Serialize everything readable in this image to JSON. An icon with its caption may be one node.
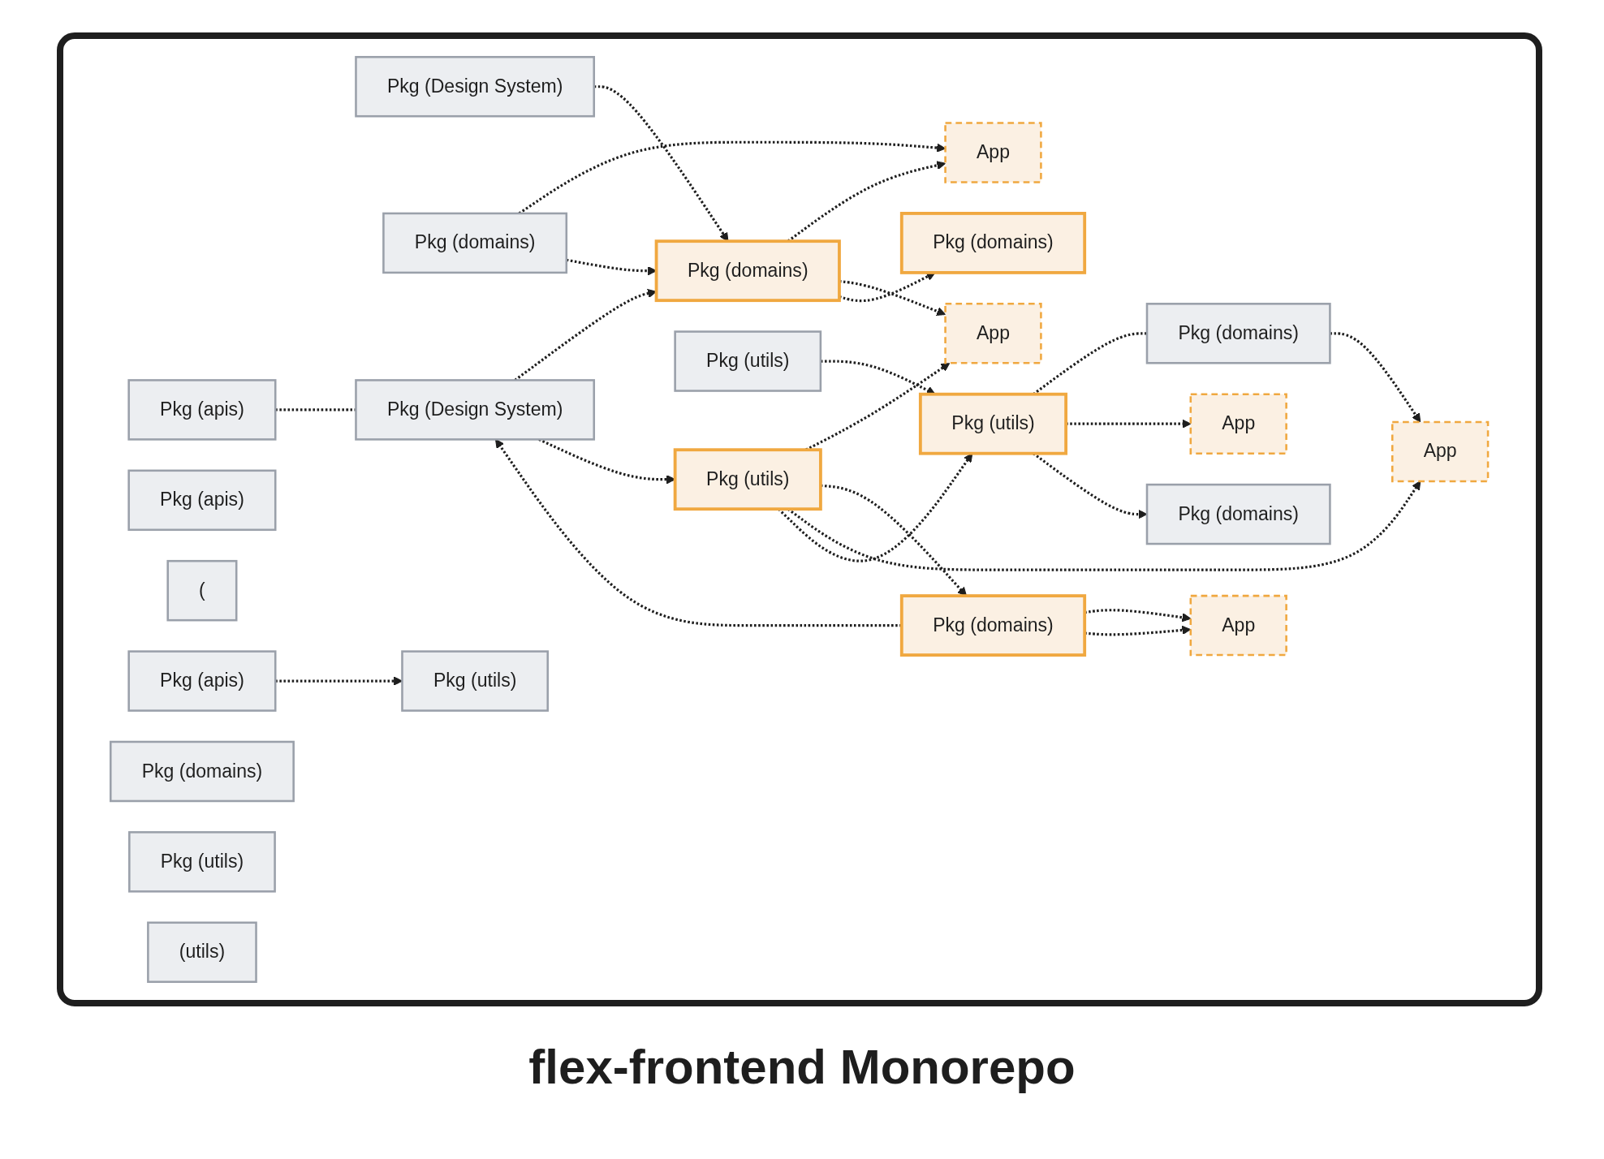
{
  "diagram": {
    "caption": "flex-frontend Monorepo",
    "nodes": [
      {
        "text": [
          "Pkg (apis)"
        ]
      },
      {
        "text": [
          "Pkg (Design System)"
        ]
      },
      {
        "text": [
          "Pkg (domains)"
        ]
      },
      {
        "text": [
          "App"
        ]
      },
      {
        "text": [
          "Pkg (apis)"
        ]
      },
      {
        "text": [
          "("
        ]
      },
      {
        "text": [
          "Pkg (Design System)"
        ]
      },
      {
        "text": [
          "Pkg (domains)"
        ]
      },
      {
        "text": [
          "App"
        ]
      },
      {
        "text": [
          "Pkg (domains)"
        ]
      },
      {
        "text": [
          "Pkg (apis)"
        ]
      },
      {
        "text": [
          "Pkg (domains)"
        ]
      },
      {
        "text": [
          "App"
        ]
      },
      {
        "text": [
          "Pkg (utils)"
        ]
      },
      {
        "text": [
          "Pkg (utils)"
        ]
      },
      {
        "text": [
          "Pkg (domains)"
        ]
      },
      {
        "text": [
          "Pkg (utils)"
        ]
      },
      {
        "text": [
          "Pkg (domains)"
        ]
      },
      {
        "text": [
          "App"
        ]
      },
      {
        "text": [
          "Pkg (utils)"
        ]
      },
      {
        "text": [
          "Pkg (utils)"
        ]
      },
      {
        "text": [
          "(utils)"
        ]
      },
      {
        "text": [
          "Pkg (domains)"
        ]
      },
      {
        "text": [
          "App"
        ]
      }
    ],
    "edges": [
      {
        "from": 0,
        "to": 6,
        "arrow": "none",
        "style": "dashed"
      },
      {
        "from": 1,
        "to": 7,
        "arrow": "to",
        "style": "dashed"
      },
      {
        "from": 6,
        "to": 7,
        "arrow": "to",
        "style": "dashed"
      },
      {
        "from": 2,
        "to": 3,
        "arrow": "to",
        "style": "dashed"
      },
      {
        "from": 2,
        "to": 7,
        "arrow": "to",
        "style": "dashed"
      },
      {
        "from": 7,
        "to": 3,
        "arrow": "to",
        "style": "dashed"
      },
      {
        "from": 7,
        "to": 8,
        "arrow": "to",
        "style": "dashed"
      },
      {
        "from": 7,
        "to": 11,
        "arrow": "to",
        "style": "dashed"
      },
      {
        "from": 14,
        "to": 8,
        "arrow": "to",
        "style": "dashed"
      },
      {
        "from": 9,
        "to": 12,
        "arrow": "to",
        "style": "dashed"
      },
      {
        "from": 9,
        "to": 12,
        "arrow": "to",
        "style": "dashed"
      },
      {
        "from": 9,
        "to": 6,
        "arrow": "to",
        "style": "dashed"
      },
      {
        "from": 6,
        "to": 14,
        "arrow": "to",
        "style": "dashed"
      },
      {
        "from": 14,
        "to": 9,
        "arrow": "to",
        "style": "dashed"
      },
      {
        "from": 10,
        "to": 13,
        "arrow": "to",
        "style": "dashed"
      },
      {
        "from": 14,
        "to": 18,
        "arrow": "to",
        "style": "dashed"
      },
      {
        "from": 14,
        "to": 19,
        "arrow": "to",
        "style": "dashed"
      },
      {
        "from": 16,
        "to": 19,
        "arrow": "to",
        "style": "dashed"
      },
      {
        "from": 19,
        "to": 17,
        "arrow": "none",
        "style": "dashed"
      },
      {
        "from": 19,
        "to": 23,
        "arrow": "to",
        "style": "dashed"
      },
      {
        "from": 19,
        "to": 22,
        "arrow": "to",
        "style": "dashed"
      },
      {
        "from": 17,
        "to": 18,
        "arrow": "to",
        "style": "dashed"
      }
    ]
  }
}
